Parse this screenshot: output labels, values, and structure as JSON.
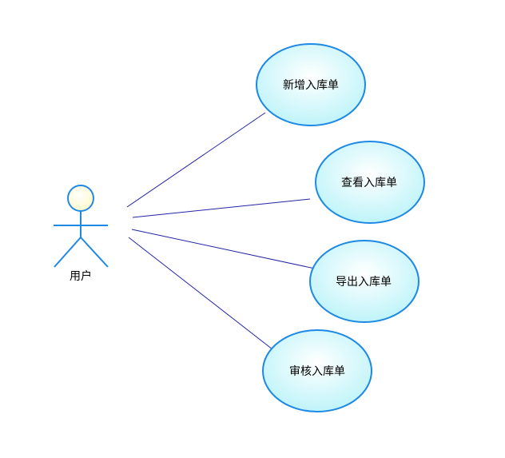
{
  "diagram": {
    "type": "uml-use-case",
    "actor": {
      "label": "用户"
    },
    "use_cases": [
      {
        "label": "新增入库单"
      },
      {
        "label": "查看入库单"
      },
      {
        "label": "导出入库单"
      },
      {
        "label": "审核入库单"
      }
    ],
    "colors": {
      "association_line": "#2323a8",
      "usecase_stroke": "#1e88e5",
      "usecase_fill_center": "#ffffff",
      "usecase_fill_edge": "#b9f3f9",
      "actor_stroke": "#1e88e5",
      "actor_head_fill": "#fff9c9"
    }
  }
}
